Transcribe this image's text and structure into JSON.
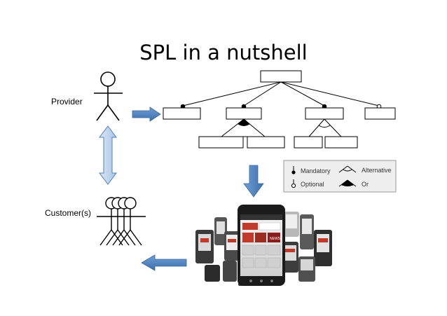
{
  "slide": {
    "title": "SPL in a nutshell"
  },
  "actors": {
    "provider_label": "Provider",
    "customers_label": "Customer(s)"
  },
  "legend": {
    "mandatory": "Mandatory",
    "optional": "Optional",
    "alternative": "Alternative",
    "or": "Or"
  },
  "phone_screen": {
    "brand_label": "NEWS"
  },
  "colors": {
    "arrow_blue": "#4f81bd",
    "arrow_light_blue": "#c6d9f1",
    "legend_bg": "#eeeeee"
  },
  "icons": [
    "stick-figure-icon",
    "arrow-right-icon",
    "arrow-down-icon",
    "arrow-left-icon",
    "double-arrow-icon"
  ]
}
